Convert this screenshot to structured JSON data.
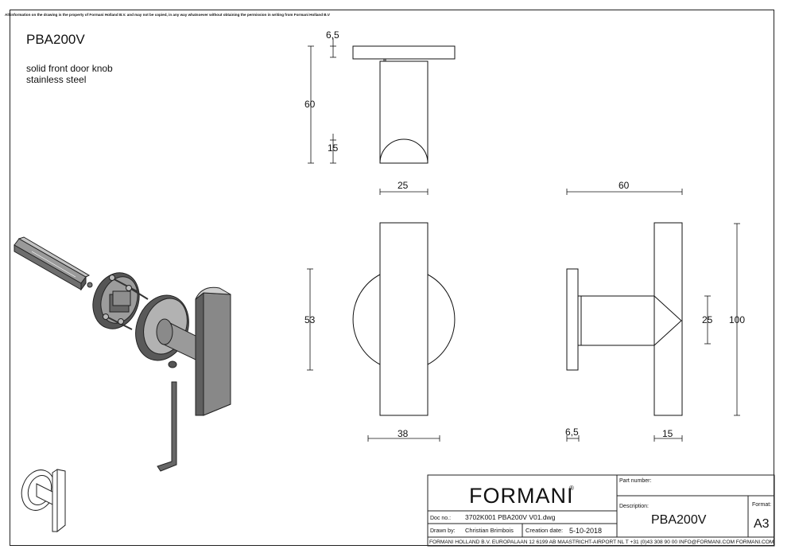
{
  "disclaimer": "All information on the drawing is the property of Formani Holland B.V. and may not be copied, in any way whatsoever without obtaining the permission in writing from Formani Holland B.V",
  "header": {
    "model": "PBA200V",
    "description_line1": "solid front door knob",
    "description_line2": "stainless steel"
  },
  "dimensions": {
    "top_flange": "6,5",
    "top_height": "60",
    "top_cut": "15",
    "front_width": "25",
    "front_height": "53",
    "front_rose": "38",
    "side_width": "60",
    "side_spindle": "25",
    "side_height": "100",
    "side_rose": "6,5",
    "side_grip": "15"
  },
  "title_block": {
    "brand": "FORMANI",
    "registered": "®",
    "doc_no_label": "Doc no.:",
    "doc_no": "3702K001 PBA200V V01.dwg",
    "drawn_by_label": "Drawn by:",
    "drawn_by": "Christian Brimbois",
    "creation_date_label": "Creation date:",
    "creation_date": "5-10-2018",
    "part_number_label": "Part number:",
    "description_label": "Description:",
    "description": "PBA200V",
    "format_label": "Format:",
    "format": "A3",
    "footer": "FORMANI HOLLAND B.V.  EUROPALAAN 12  6199 AB MAASTRICHT-AIRPORT NL  T +31 (0)43 308 90 00 INFO@FORMANI.COM FORMANI.COM"
  }
}
